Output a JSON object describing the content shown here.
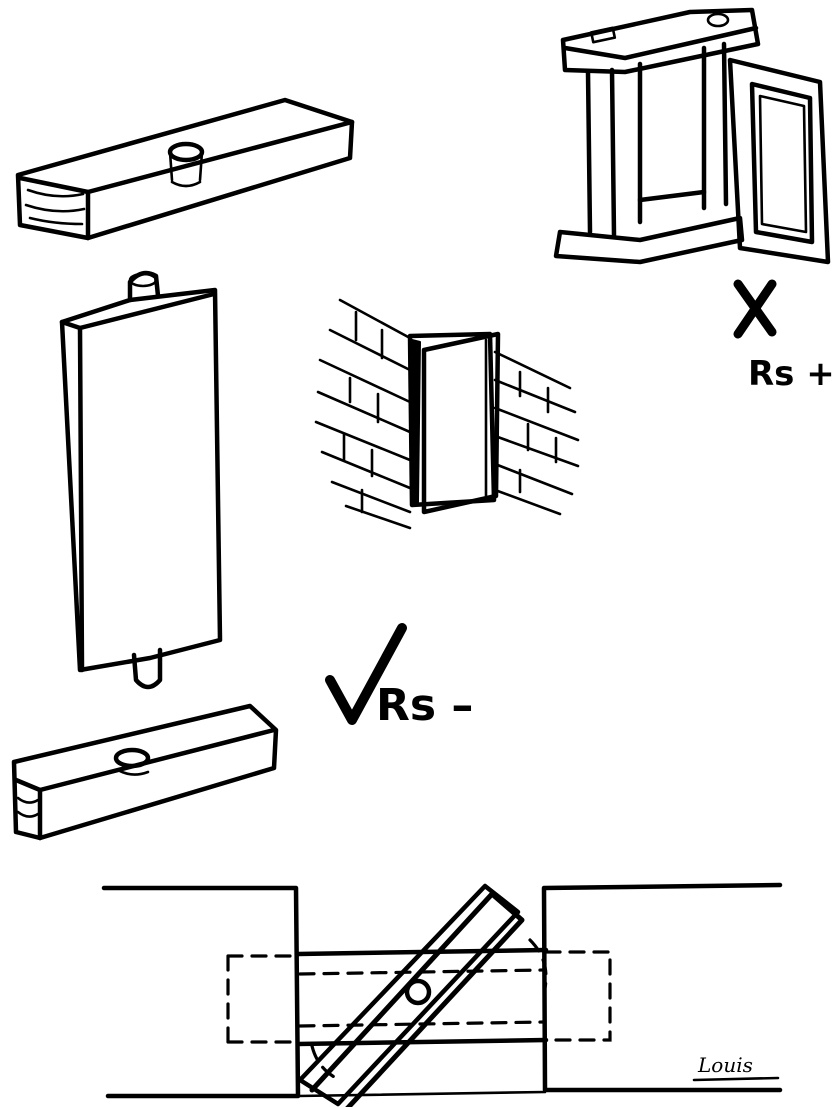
{
  "labels": {
    "wrong_mark": "X",
    "wrong_text": "Rs +",
    "right_mark": "✓",
    "right_text": "Rs –"
  },
  "signature": "Louis",
  "colors": {
    "ink": "#000000",
    "paper": "#ffffff"
  }
}
